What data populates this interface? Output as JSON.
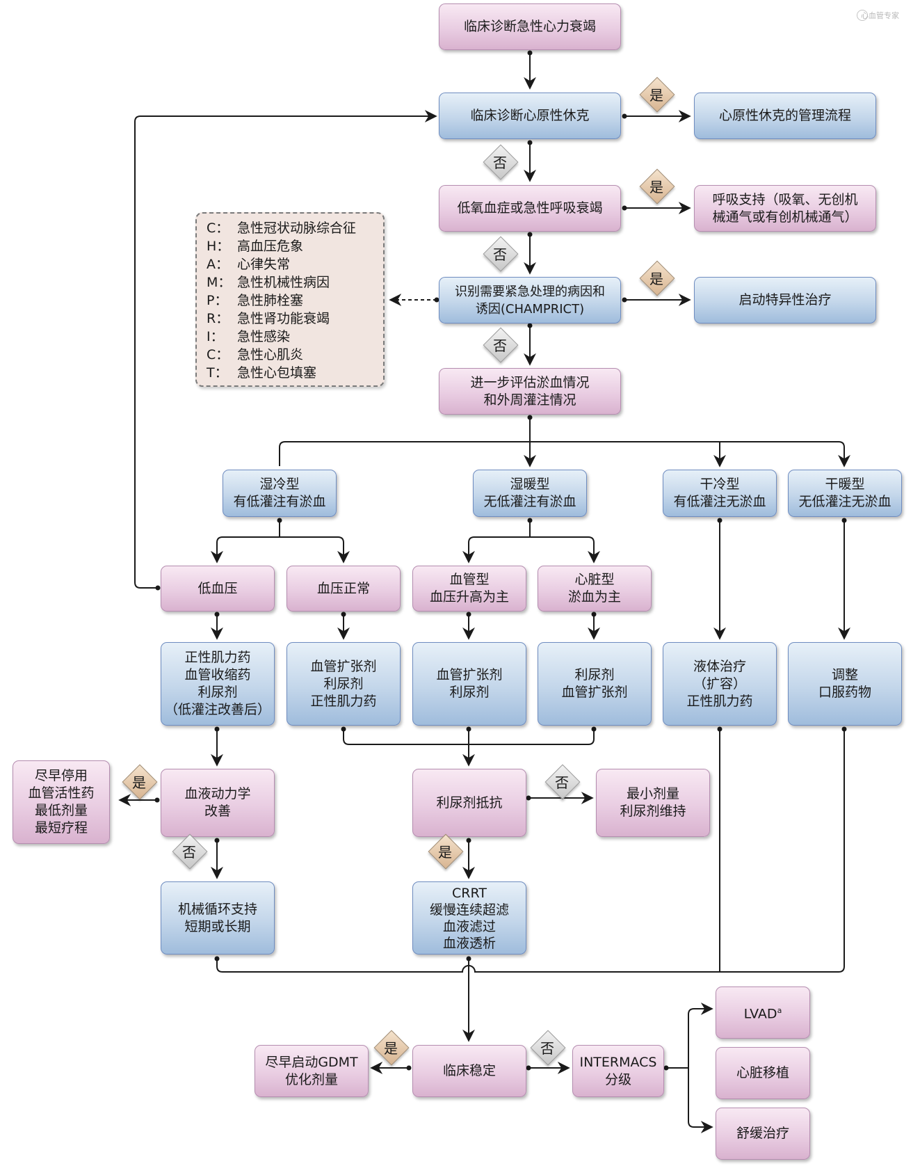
{
  "watermark": {
    "text": "心血管专家"
  },
  "colors": {
    "pink_node": "#e9cde2",
    "blue_node": "#c3d6ea",
    "yes_diamond": "#e3c7a6",
    "no_diamond": "#dcdcdc",
    "line": "#1a1a1a"
  },
  "nodes": {
    "start": "临床诊断急性心力衰竭",
    "shock": "临床诊断心原性休克",
    "shock_mgmt": "心原性休克的管理流程",
    "hypoxia": "低氧血症或急性呼吸衰竭",
    "resp_support": "呼吸支持（吸氧、无创机\n械通气或有创机械通气）",
    "champrict": "识别需要紧急处理的病因和\n诱因(CHAMPRICT)",
    "specific_tx": "启动特异性治疗",
    "assess": "进一步评估淤血情况\n和外周灌注情况",
    "wet_cold": "湿冷型\n有低灌注有淤血",
    "wet_warm": "湿暖型\n无低灌注有淤血",
    "dry_cold": "干冷型\n有低灌注无淤血",
    "dry_warm": "干暖型\n无低灌注无淤血",
    "hypotension": "低血压",
    "normal_bp": "血压正常",
    "vascular": "血管型\n血压升高为主",
    "cardiac": "心脏型\n淤血为主",
    "tx_hypotension": "正性肌力药\n血管收缩药\n利尿剂\n（低灌注改善后）",
    "tx_normal_bp": "血管扩张剂\n利尿剂\n正性肌力药",
    "tx_vascular": "血管扩张剂\n利尿剂",
    "tx_cardiac": "利尿剂\n血管扩张剂",
    "tx_dry_cold": "液体治疗\n（扩容）\n正性肌力药",
    "tx_dry_warm": "调整\n口服药物",
    "hemo_improve": "血液动力学\n改善",
    "stop_vasoactive": "尽早停用\n血管活性药\n最低剂量\n最短疗程",
    "mcs": "机械循环支持\n短期或长期",
    "diuretic_resist": "利尿剂抵抗",
    "min_diuretic": "最小剂量\n利尿剂维持",
    "crrt": "CRRT\n缓慢连续超滤\n血液滤过\n血液透析",
    "stable": "临床稳定",
    "gdmt": "尽早启动GDMT\n优化剂量",
    "intermacs": "INTERMACS\n分级",
    "lvad": "LVAD",
    "lvad_sup": "a",
    "transplant": "心脏移植",
    "palliative": "舒缓治疗"
  },
  "decisions": {
    "yes": "是",
    "no": "否"
  },
  "legend": {
    "items": [
      {
        "key": "C：",
        "text": "急性冠状动脉综合征"
      },
      {
        "key": "H：",
        "text": "高血压危象"
      },
      {
        "key": "A：",
        "text": "心律失常"
      },
      {
        "key": "M：",
        "text": "急性机械性病因"
      },
      {
        "key": "P：",
        "text": "急性肺栓塞"
      },
      {
        "key": "R：",
        "text": "急性肾功能衰竭"
      },
      {
        "key": "I：",
        "text": "急性感染"
      },
      {
        "key": "C：",
        "text": "急性心肌炎"
      },
      {
        "key": "T：",
        "text": "急性心包填塞"
      }
    ]
  }
}
